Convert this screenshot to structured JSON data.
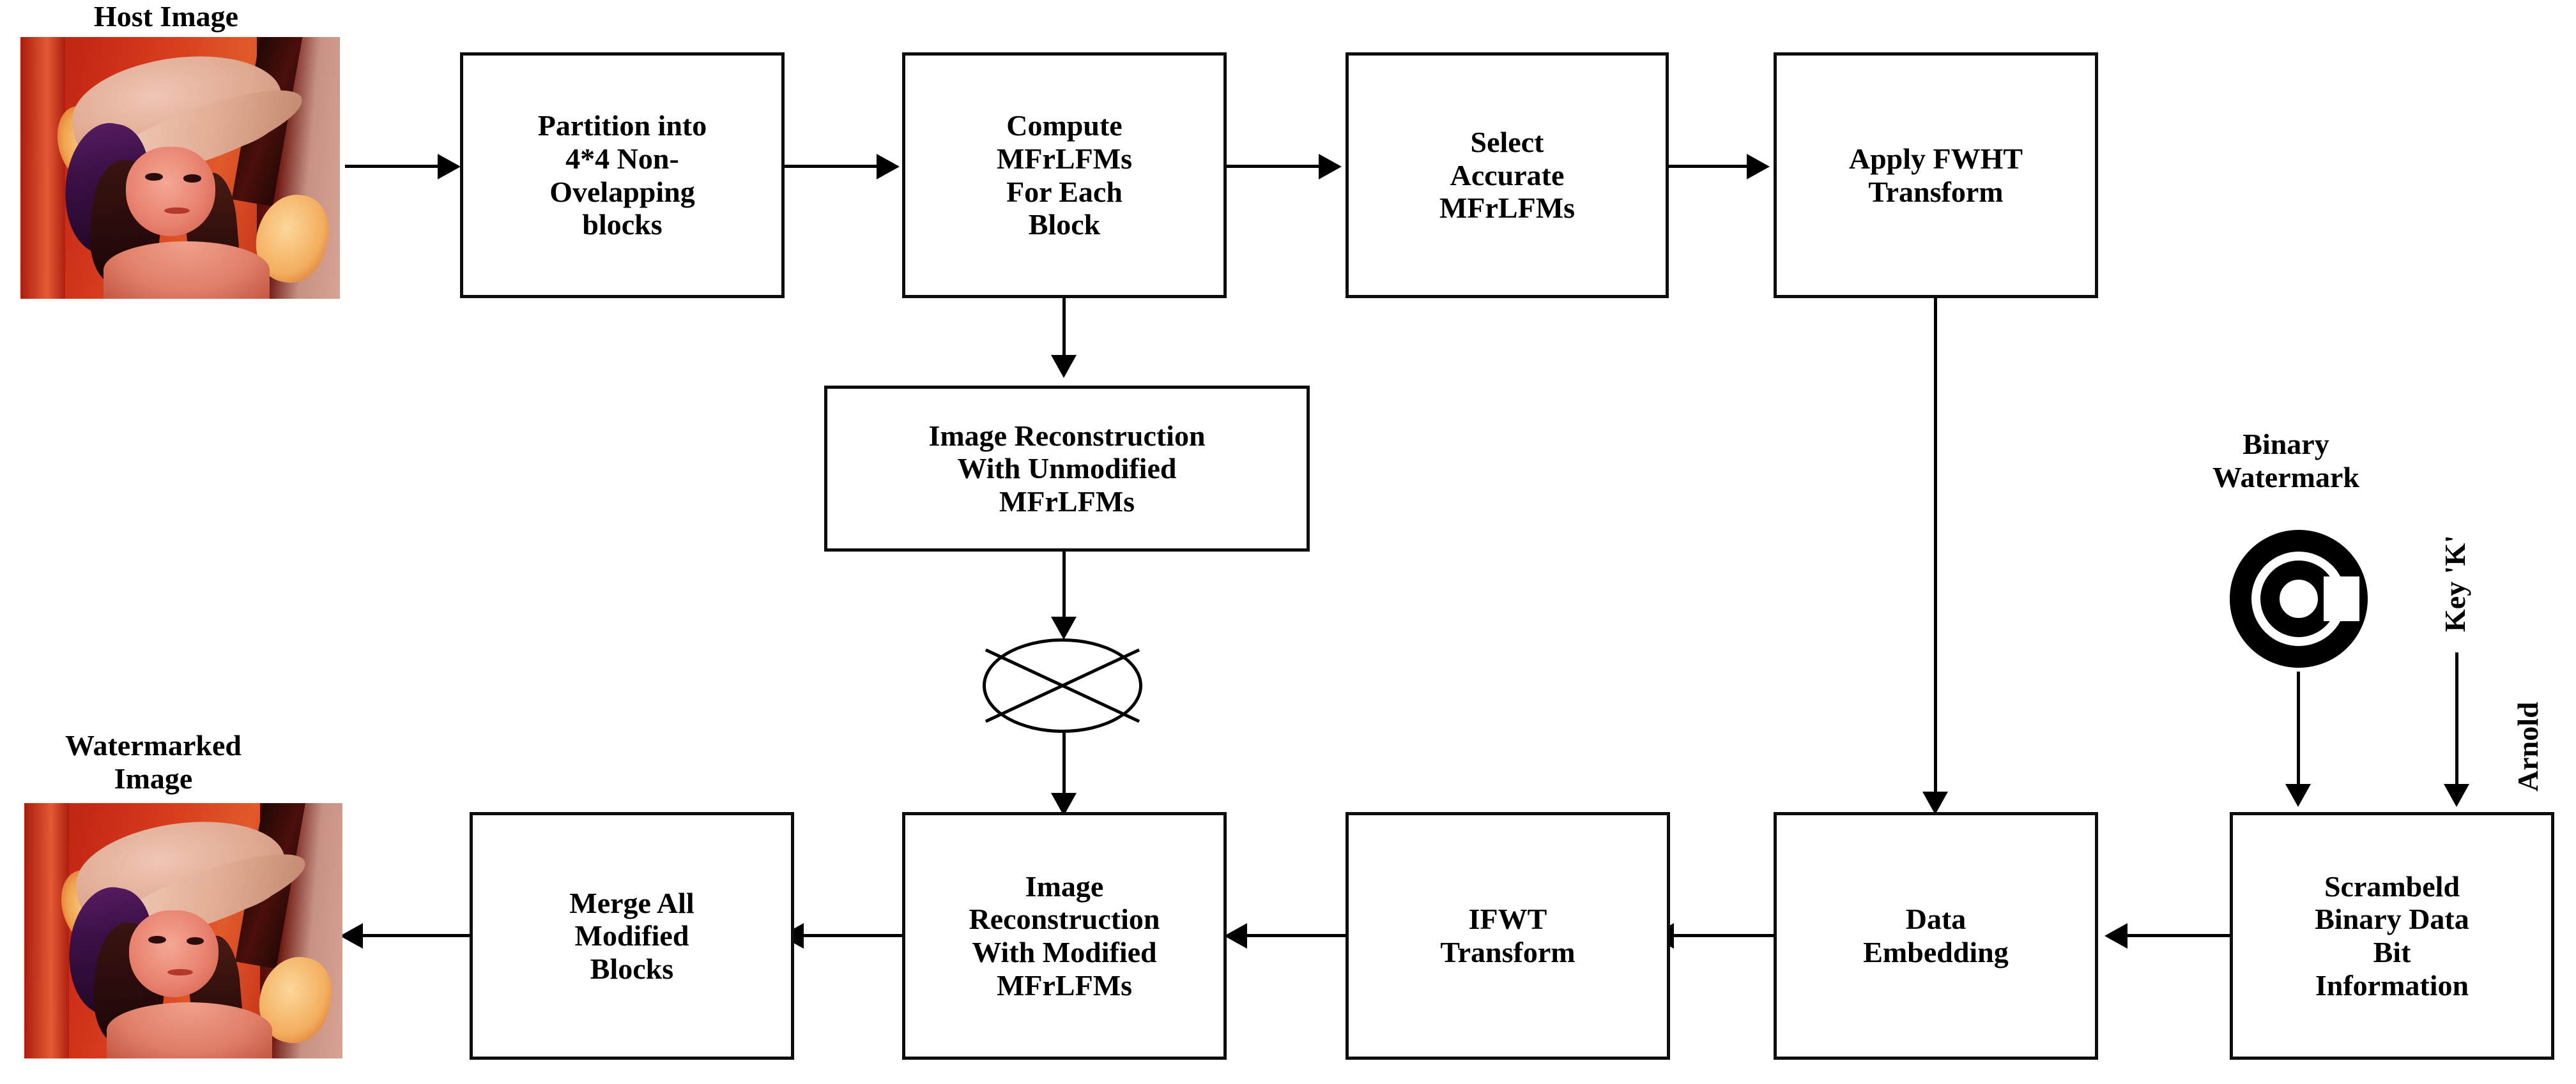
{
  "diagram": {
    "title": "Watermark embedding block diagram",
    "accent_color": "#000000",
    "background_color": "#ffffff"
  },
  "labels": {
    "host_image": "Host Image",
    "watermarked_image": "Watermarked\nImage",
    "binary_watermark": "Binary\nWatermark",
    "key": "Key 'K'",
    "arnold": "Arnold"
  },
  "icons": {
    "host_image_thumbnail": "lena-host-image",
    "watermarked_image_thumbnail": "lena-watermarked-image",
    "watermark_glyph": "copyright-symbol",
    "combine_node": "multiply-operator"
  },
  "boxes": [
    {
      "id": "partition",
      "text": "Partition into\n4*4 Non-\nOvelapping\nblocks"
    },
    {
      "id": "compute",
      "text": "Compute\nMFrLFMs\nFor Each\nBlock"
    },
    {
      "id": "select",
      "text": "Select\nAccurate\nMFrLFMs"
    },
    {
      "id": "fwht",
      "text": "Apply FWHT\nTransform"
    },
    {
      "id": "recon_unmodified",
      "text": "Image Reconstruction\nWith Unmodified\nMFrLFMs"
    },
    {
      "id": "merge",
      "text": "Merge All\nModified\nBlocks"
    },
    {
      "id": "recon_modified",
      "text": "Image\nReconstruction\nWith Modified\nMFrLFMs"
    },
    {
      "id": "ifwt",
      "text": "IFWT\nTransform"
    },
    {
      "id": "embed",
      "text": "Data\nEmbedding"
    },
    {
      "id": "scrambled",
      "text": "Scrambeld\nBinary Data\nBit\nInformation"
    }
  ]
}
